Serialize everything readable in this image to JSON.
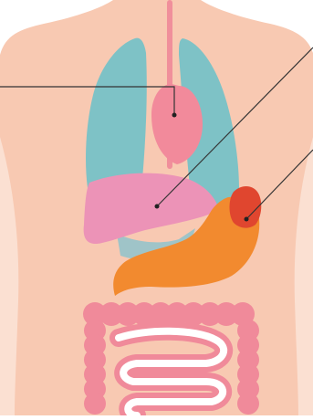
{
  "diagram": {
    "colors": {
      "background": "#ffffff",
      "skin": "#f8c9b2",
      "skin_light": "#fbe0d2",
      "trachea": "#f08f9b",
      "lungs": "#7ec2c6",
      "heart": "#f28a9b",
      "liver": "#ec93b7",
      "stomach": "#f28a2f",
      "spleen": "#e0462f",
      "pancreas": "#9fc4c8",
      "intestine": "#f08a9a",
      "intestine_light": "#ffffff",
      "leader_line": "#333333",
      "leader_dot": "#222222"
    },
    "organs": [
      {
        "name": "trachea"
      },
      {
        "name": "lungs"
      },
      {
        "name": "heart"
      },
      {
        "name": "liver"
      },
      {
        "name": "stomach"
      },
      {
        "name": "spleen"
      },
      {
        "name": "large-intestine"
      },
      {
        "name": "small-intestine"
      }
    ],
    "callouts": [
      {
        "target": "heart"
      },
      {
        "target": "liver"
      },
      {
        "target": "spleen"
      }
    ]
  }
}
